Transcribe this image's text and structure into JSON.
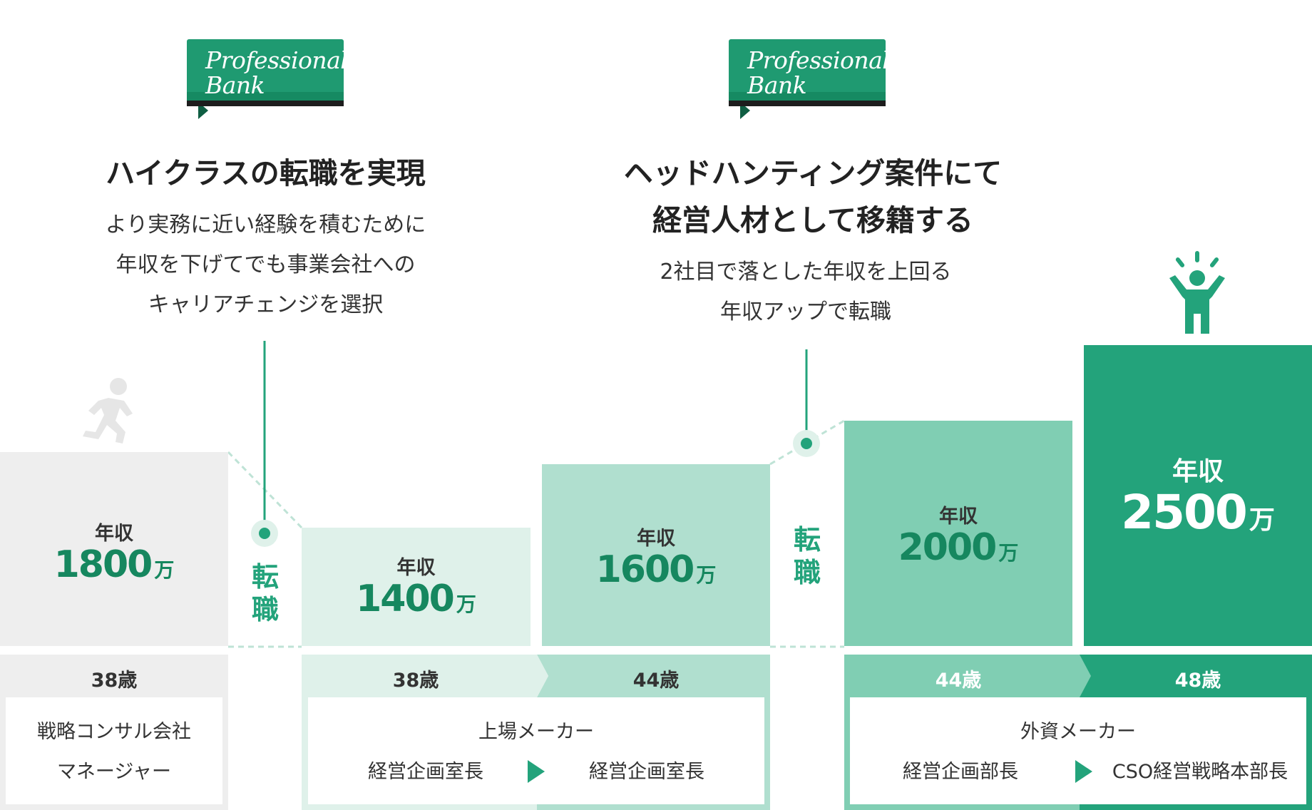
{
  "logo": {
    "line1": "Professional",
    "line2": "Bank"
  },
  "left_section": {
    "headline": "ハイクラスの転職を実現",
    "sub": [
      "より実務に近い経験を積むために",
      "年収を下げてでも事業会社への",
      "キャリアチェンジを選択"
    ]
  },
  "right_section": {
    "headline": [
      "ヘッドハンティング案件にて",
      "経営人材として移籍する"
    ],
    "sub": [
      "2社目で落とした年収を上回る",
      "年収アップで転職"
    ]
  },
  "transition_label": [
    "転",
    "職"
  ],
  "salary_label": "年収",
  "unit": "万",
  "salaries": [
    {
      "value": "1800"
    },
    {
      "value": "1400"
    },
    {
      "value": "1600"
    },
    {
      "value": "2000"
    },
    {
      "value": "2500"
    }
  ],
  "careers": [
    {
      "ages": [
        "38歳"
      ],
      "company": "戦略コンサル会社",
      "roles": [
        "マネージャー"
      ]
    },
    {
      "ages": [
        "38歳",
        "44歳"
      ],
      "company": "上場メーカー",
      "roles": [
        "経営企画室長",
        "経営企画室長"
      ]
    },
    {
      "ages": [
        "44歳",
        "48歳"
      ],
      "company": "外資メーカー",
      "roles": [
        "経営企画部長",
        "CSO経営戦略本部長"
      ]
    }
  ],
  "colors": {
    "brand_green": "#23a37b",
    "dark_green": "#16875f",
    "gray_block": "#eeeeee",
    "mint_light": "#dff1ea",
    "mint_mid": "#b0dfcf",
    "mint_strong": "#80ceb3"
  }
}
